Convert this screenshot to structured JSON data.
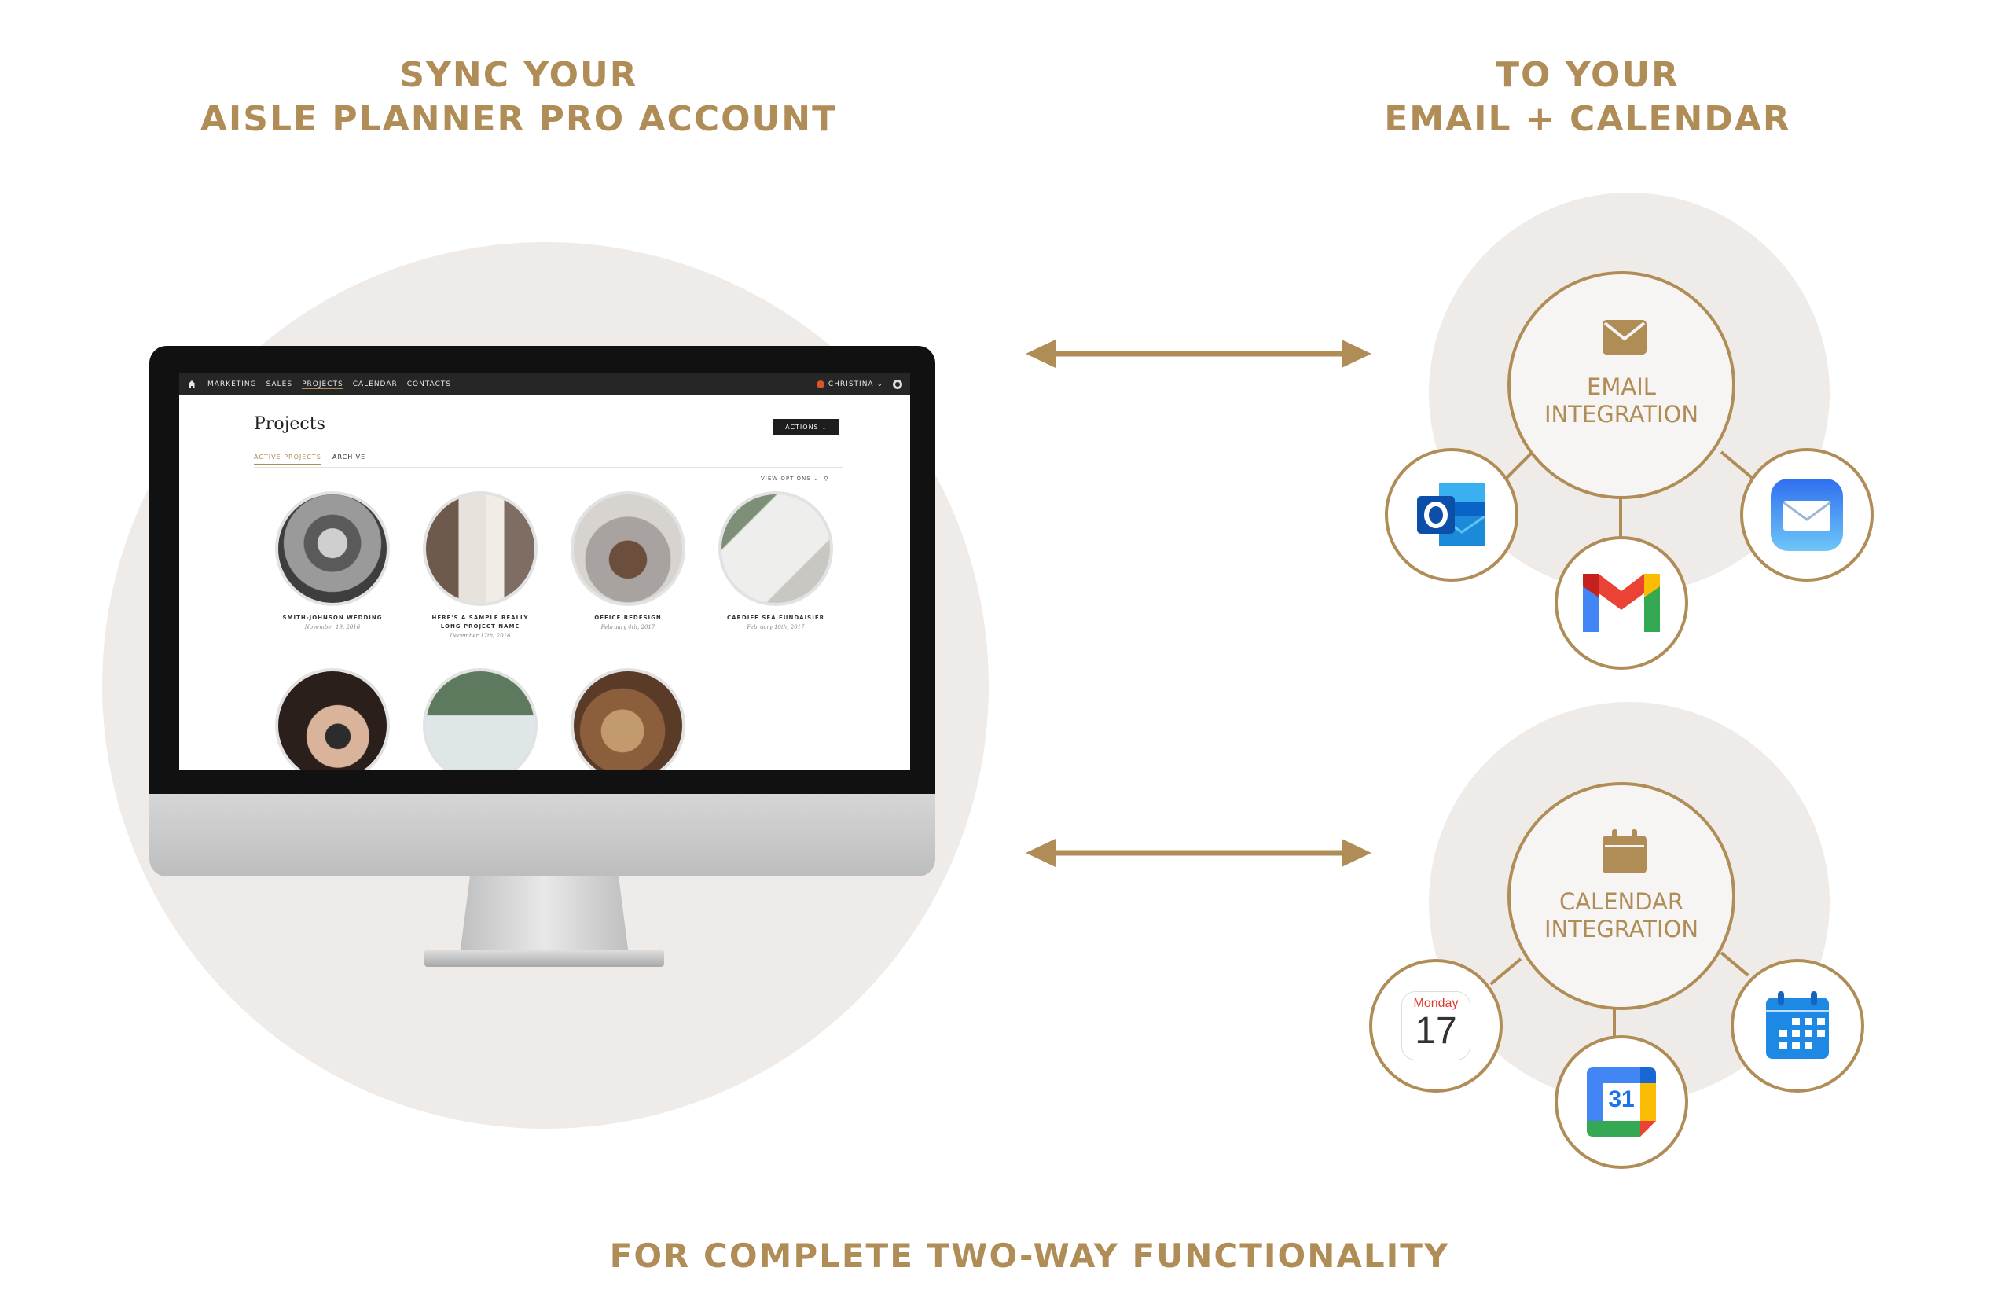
{
  "headings": {
    "left_line1": "SYNC YOUR",
    "left_line2": "AISLE PLANNER PRO ACCOUNT",
    "right_line1": "TO YOUR",
    "right_line2": "EMAIL + CALENDAR",
    "bottom": "FOR COMPLETE TWO-WAY FUNCTIONALITY"
  },
  "app": {
    "nav": {
      "items": [
        "MARKETING",
        "SALES",
        "PROJECTS",
        "CALENDAR",
        "CONTACTS"
      ],
      "user": "CHRISTINA"
    },
    "page_title": "Projects",
    "actions_label": "ACTIONS",
    "tabs": {
      "active": "ACTIVE PROJECTS",
      "archive": "ARCHIVE"
    },
    "view_options": "VIEW OPTIONS",
    "projects": [
      {
        "name": "SMITH-JOHNSON WEDDING",
        "name2": "",
        "date": "November 19, 2016"
      },
      {
        "name": "HERE'S A SAMPLE REALLY",
        "name2": "LONG PROJECT NAME",
        "date": "December 17th, 2016"
      },
      {
        "name": "OFFICE REDESIGN",
        "name2": "",
        "date": "February 4th, 2017"
      },
      {
        "name": "CARDIFF SEA FUNDAISIER",
        "name2": "",
        "date": "February 10th, 2017"
      }
    ]
  },
  "email_hub": {
    "line1": "EMAIL",
    "line2": "INTEGRATION"
  },
  "calendar_hub": {
    "line1": "CALENDAR",
    "line2": "INTEGRATION"
  },
  "calendar_apps": {
    "apple_day": "Monday",
    "apple_date": "17",
    "google_date": "31"
  },
  "colors": {
    "gold": "#b08d57",
    "background_circle": "#efebe8"
  }
}
